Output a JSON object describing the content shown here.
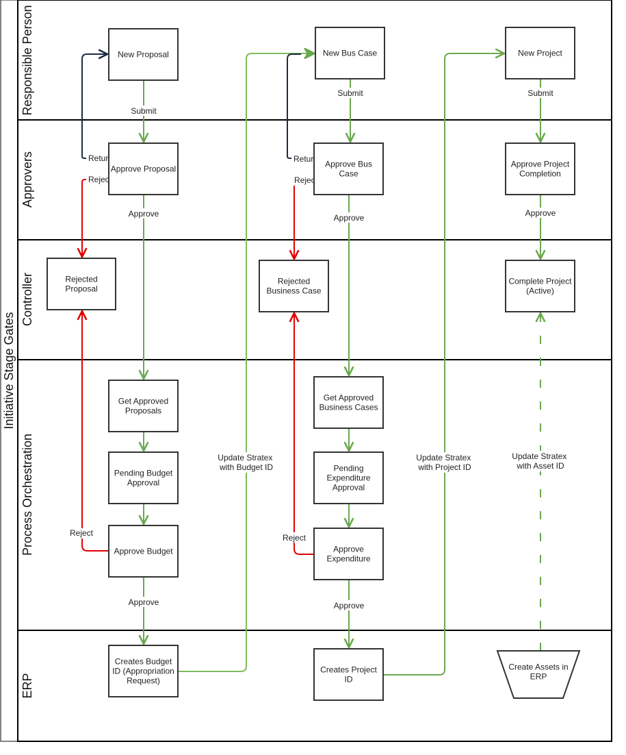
{
  "pool": {
    "title": "Initiative Stage Gates"
  },
  "lanes": [
    {
      "id": "responsible",
      "label": "Responsible Person"
    },
    {
      "id": "approvers",
      "label": "Approvers"
    },
    {
      "id": "controller",
      "label": "Controller"
    },
    {
      "id": "orchestration",
      "label": "Process Orchestration"
    },
    {
      "id": "erp",
      "label": "ERP"
    }
  ],
  "colors": {
    "approve_flow": "#6aa84f",
    "return_flow": "#1c2a44",
    "reject_flow": "#e00000",
    "update_flow": "#7dbb5e",
    "box_stroke": "#333333",
    "lane_stroke": "#000000"
  },
  "nodes": [
    {
      "id": "new_proposal",
      "lines": [
        "New Proposal"
      ],
      "shape": "rect"
    },
    {
      "id": "approve_proposal",
      "lines": [
        "Approve Proposal"
      ],
      "shape": "rect"
    },
    {
      "id": "rejected_proposal",
      "lines": [
        "Rejected",
        "Proposal"
      ],
      "shape": "rect"
    },
    {
      "id": "get_approved_proposals",
      "lines": [
        "Get Approved",
        "Proposals"
      ],
      "shape": "rect"
    },
    {
      "id": "pending_budget_approval",
      "lines": [
        "Pending Budget",
        "Approval"
      ],
      "shape": "rect"
    },
    {
      "id": "approve_budget",
      "lines": [
        "Approve Budget"
      ],
      "shape": "rect"
    },
    {
      "id": "creates_budget_id",
      "lines": [
        "Creates Budget",
        "ID (Appropriation",
        "Request)"
      ],
      "shape": "rect"
    },
    {
      "id": "new_bus_case",
      "lines": [
        "New Bus Case"
      ],
      "shape": "rect"
    },
    {
      "id": "approve_bus_case",
      "lines": [
        "Approve Bus",
        "Case"
      ],
      "shape": "rect"
    },
    {
      "id": "rejected_business_case",
      "lines": [
        "Rejected",
        "Business Case"
      ],
      "shape": "rect"
    },
    {
      "id": "get_approved_business_cases",
      "lines": [
        "Get Approved",
        "Business Cases"
      ],
      "shape": "rect"
    },
    {
      "id": "pending_expenditure_approval",
      "lines": [
        "Pending",
        "Expenditure",
        "Approval"
      ],
      "shape": "rect"
    },
    {
      "id": "approve_expenditure",
      "lines": [
        "Approve",
        "Expenditure"
      ],
      "shape": "rect"
    },
    {
      "id": "creates_project_id",
      "lines": [
        "Creates Project",
        "ID"
      ],
      "shape": "rect"
    },
    {
      "id": "new_project",
      "lines": [
        "New Project"
      ],
      "shape": "rect"
    },
    {
      "id": "approve_project_completion",
      "lines": [
        "Approve Project",
        "Completion"
      ],
      "shape": "rect"
    },
    {
      "id": "complete_project_active",
      "lines": [
        "Complete Project",
        "(Active)"
      ],
      "shape": "rect"
    },
    {
      "id": "create_assets_in_erp",
      "lines": [
        "Create Assets in",
        "ERP"
      ],
      "shape": "trapezoid"
    }
  ],
  "edges": [
    {
      "id": "e1",
      "from": "new_proposal",
      "to": "approve_proposal",
      "label": "Submit",
      "kind": "approve_flow"
    },
    {
      "id": "e2",
      "from": "approve_proposal",
      "to": "new_proposal",
      "label": "Return",
      "kind": "return_flow"
    },
    {
      "id": "e3",
      "from": "approve_proposal",
      "to": "rejected_proposal",
      "label": "Reject",
      "kind": "reject_flow"
    },
    {
      "id": "e4",
      "from": "approve_proposal",
      "to": "get_approved_proposals",
      "label": "Approve",
      "kind": "approve_flow"
    },
    {
      "id": "e5",
      "from": "get_approved_proposals",
      "to": "pending_budget_approval",
      "label": "",
      "kind": "approve_flow"
    },
    {
      "id": "e6",
      "from": "pending_budget_approval",
      "to": "approve_budget",
      "label": "",
      "kind": "approve_flow"
    },
    {
      "id": "e7",
      "from": "approve_budget",
      "to": "rejected_proposal",
      "label": "Reject",
      "kind": "reject_flow"
    },
    {
      "id": "e8",
      "from": "approve_budget",
      "to": "creates_budget_id",
      "label": "Approve",
      "kind": "approve_flow"
    },
    {
      "id": "e9",
      "from": "creates_budget_id",
      "to": "new_bus_case",
      "label": "Update Stratex with Budget ID",
      "kind": "update_flow"
    },
    {
      "id": "e10",
      "from": "new_bus_case",
      "to": "approve_bus_case",
      "label": "Submit",
      "kind": "approve_flow"
    },
    {
      "id": "e11",
      "from": "approve_bus_case",
      "to": "new_bus_case",
      "label": "Return",
      "kind": "return_flow"
    },
    {
      "id": "e12",
      "from": "approve_bus_case",
      "to": "rejected_business_case",
      "label": "Reject",
      "kind": "reject_flow"
    },
    {
      "id": "e13",
      "from": "approve_bus_case",
      "to": "get_approved_business_cases",
      "label": "Approve",
      "kind": "approve_flow"
    },
    {
      "id": "e14",
      "from": "get_approved_business_cases",
      "to": "pending_expenditure_approval",
      "label": "",
      "kind": "approve_flow"
    },
    {
      "id": "e15",
      "from": "pending_expenditure_approval",
      "to": "approve_expenditure",
      "label": "",
      "kind": "approve_flow"
    },
    {
      "id": "e16",
      "from": "approve_expenditure",
      "to": "rejected_business_case",
      "label": "Reject",
      "kind": "reject_flow"
    },
    {
      "id": "e17",
      "from": "approve_expenditure",
      "to": "creates_project_id",
      "label": "Approve",
      "kind": "approve_flow"
    },
    {
      "id": "e18",
      "from": "creates_project_id",
      "to": "new_project",
      "label": "Update Stratex with Project ID",
      "kind": "approve_flow"
    },
    {
      "id": "e19",
      "from": "new_project",
      "to": "approve_project_completion",
      "label": "Submit",
      "kind": "approve_flow"
    },
    {
      "id": "e20",
      "from": "approve_project_completion",
      "to": "complete_project_active",
      "label": "Approve",
      "kind": "approve_flow"
    },
    {
      "id": "e21",
      "from": "create_assets_in_erp",
      "to": "complete_project_active",
      "label": "Update Stratex with Asset ID",
      "kind": "approve_flow",
      "dashed": true
    }
  ]
}
